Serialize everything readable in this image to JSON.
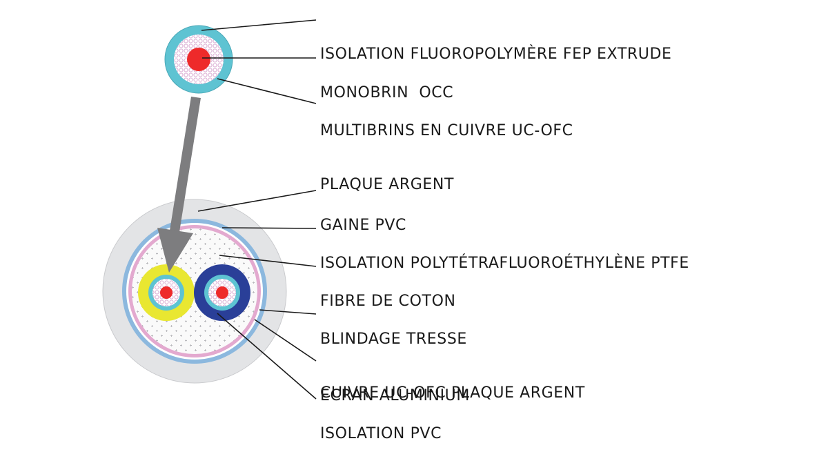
{
  "labels": [
    {
      "id": "fep-insulation",
      "lines": [
        "ISOLATION FLUOROPOLYMÈRE FEP EXTRUDE"
      ]
    },
    {
      "id": "occ-monostrand",
      "lines": [
        "MONOBRIN  OCC"
      ]
    },
    {
      "id": "multistrand",
      "lines": [
        "MULTIBRINS EN CUIVRE UC-OFC",
        "PLAQUE ARGENT"
      ]
    },
    {
      "id": "pvc-jacket",
      "lines": [
        "GAINE PVC"
      ]
    },
    {
      "id": "ptfe-insulation",
      "lines": [
        "ISOLATION POLYTÉTRAFLUOROÉTHYLÈNE PTFE"
      ]
    },
    {
      "id": "cotton-fiber",
      "lines": [
        "FIBRE DE COTON"
      ]
    },
    {
      "id": "braided-shield",
      "lines": [
        "BLINDAGE TRESSE",
        "CUIVRE UC-OFC PLAQUE ARGENT"
      ]
    },
    {
      "id": "aluminium-screen",
      "lines": [
        "ECRAN ALUMINIUM"
      ]
    },
    {
      "id": "pvc-insulation",
      "lines": [
        "ISOLATION PVC"
      ]
    }
  ],
  "colors": {
    "fep_cyan": "#5ec3d2",
    "core_red": "#ee2a2a",
    "strand_pink": "#d7a5cf",
    "jacket_grey": "#e3e4e6",
    "ptfe_blue": "#8cb8de",
    "shield_pink": "#e3a9cf",
    "cotton_white": "#fafafa",
    "conductor_yellow": "#e9e731",
    "conductor_navy": "#2a3f98",
    "arrow_grey": "#7d7d7f",
    "leader_black": "#1a1a1a"
  }
}
